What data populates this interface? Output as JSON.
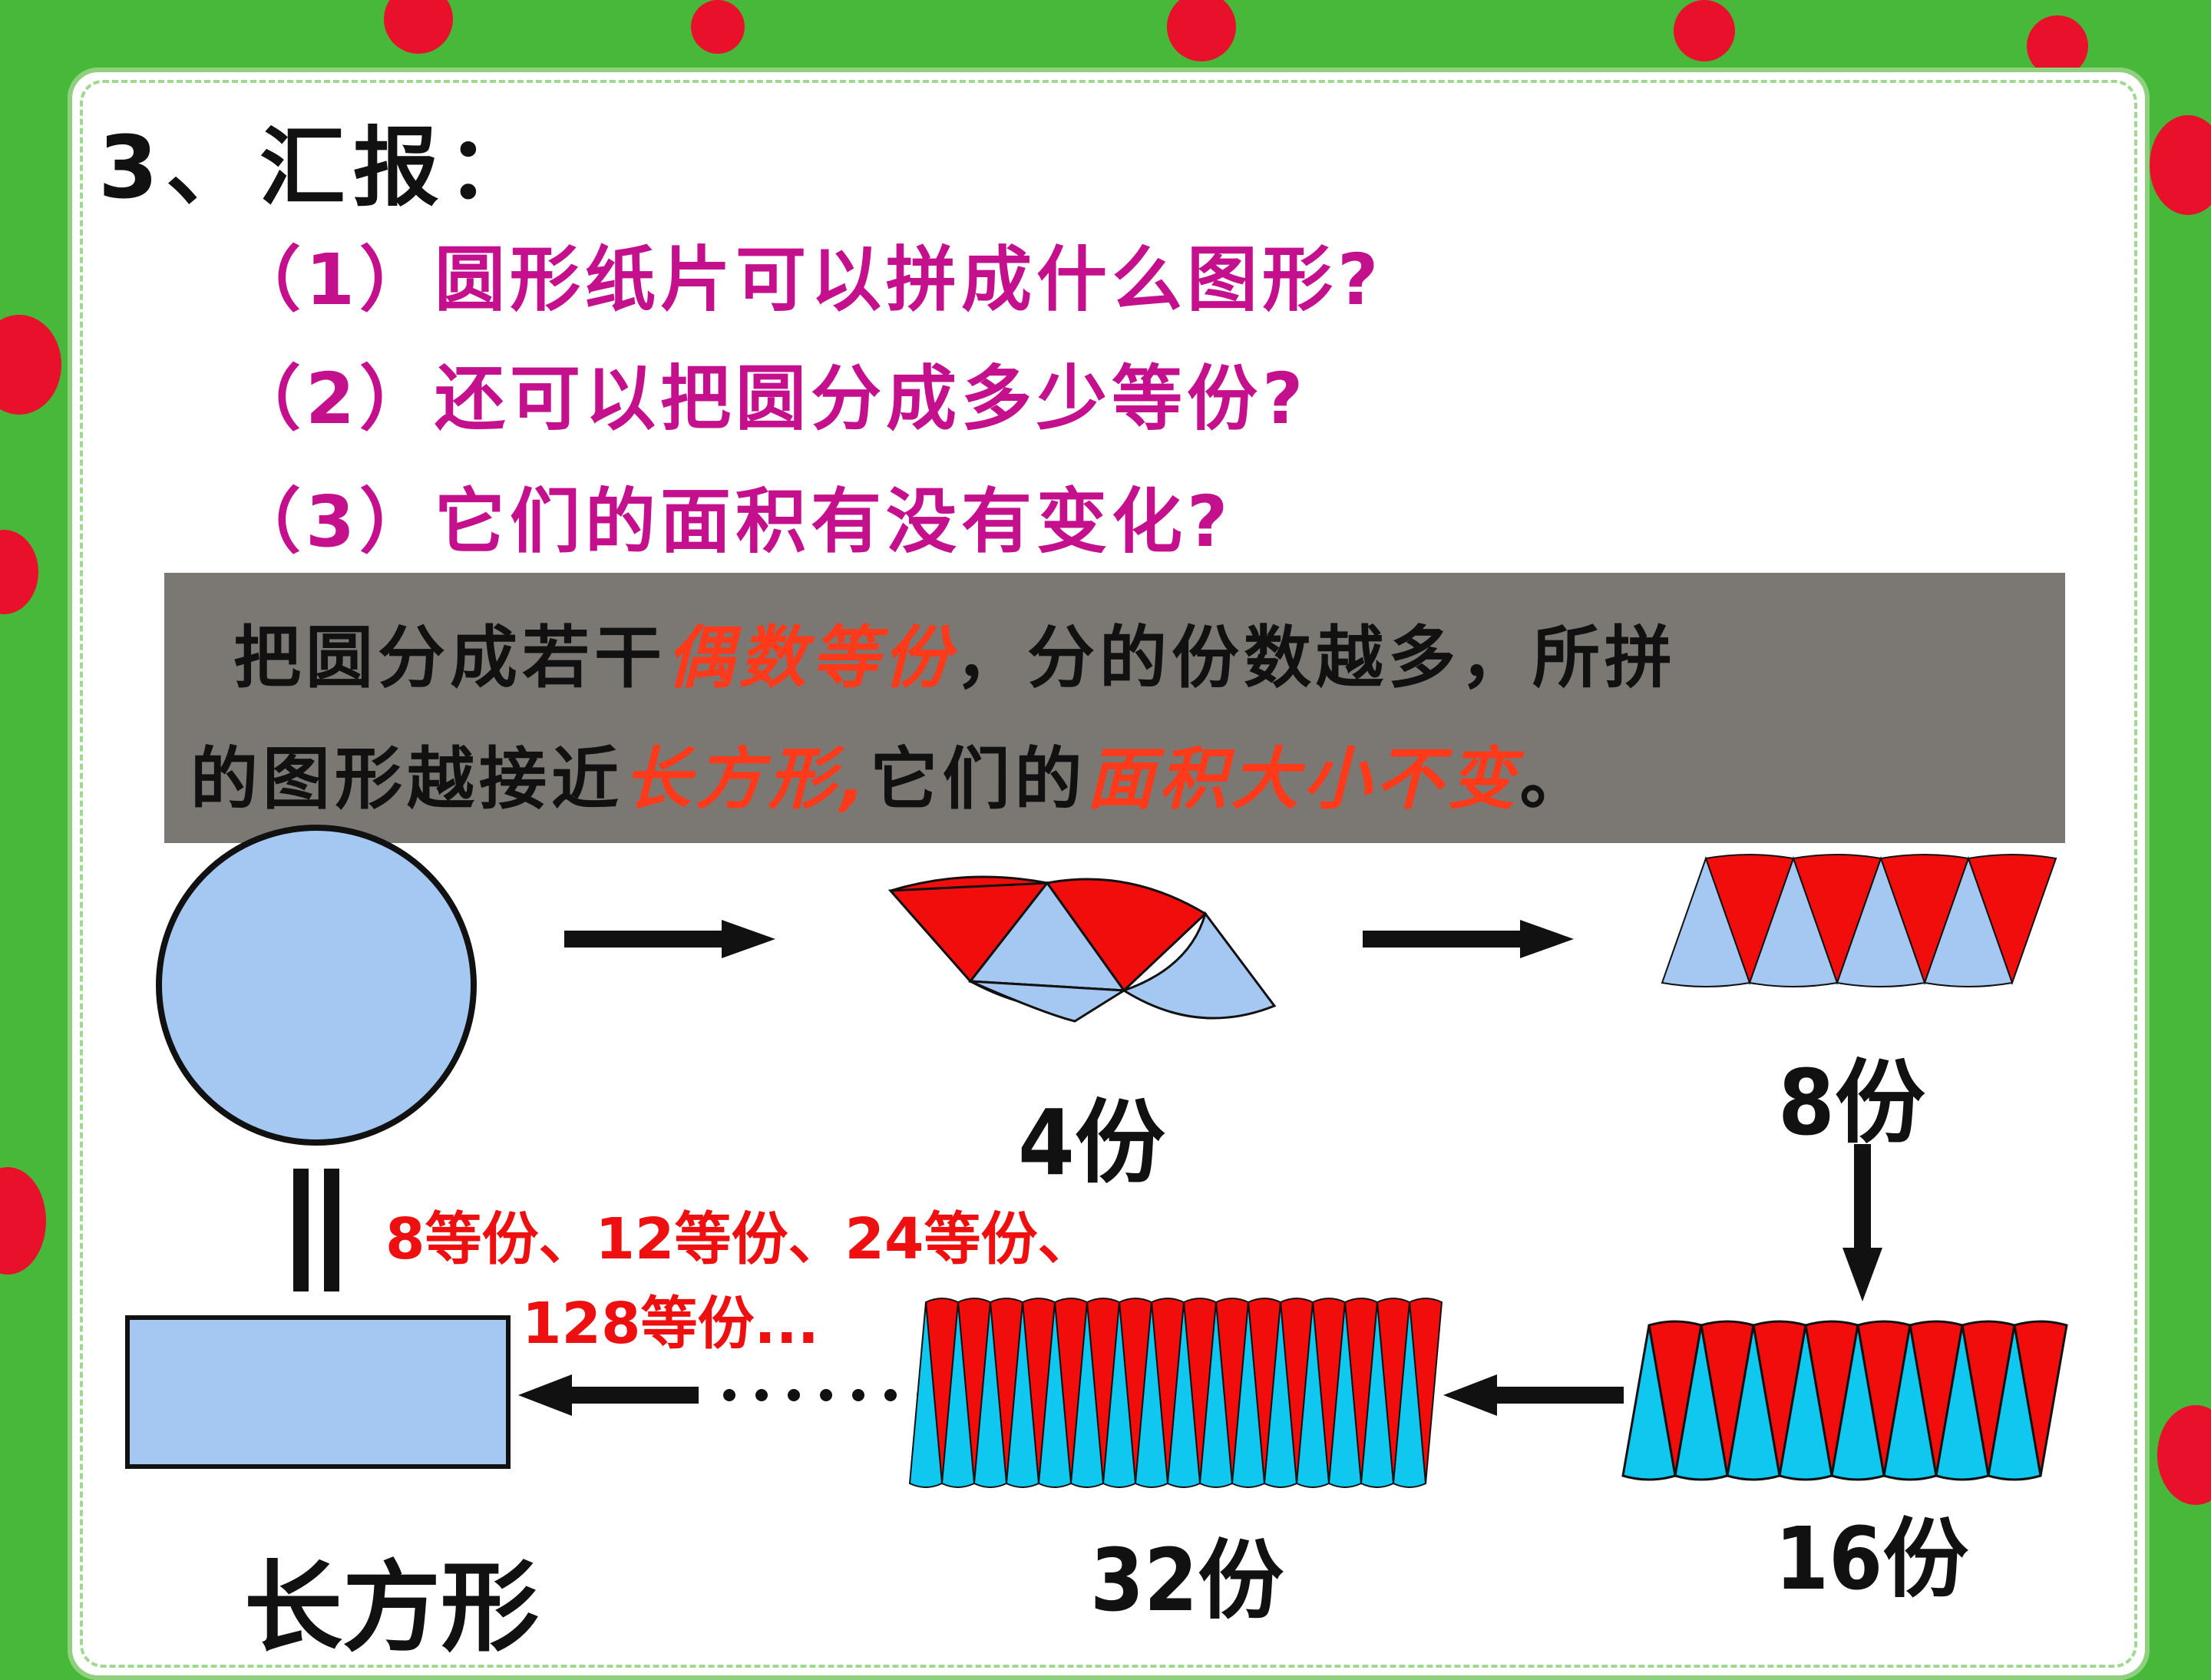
{
  "heading": "3、汇报：",
  "questions": [
    "（1）圆形纸片可以拼成什么图形?",
    "（2）还可以把圆分成多少等份?",
    "（3）它们的面积有没有变化?"
  ],
  "conclusion": {
    "line1_a": "把圆分成若干",
    "line1_em": "偶数等份",
    "line1_b": "，分的份数越多，所拼",
    "line2_a": "的图形越接近",
    "line2_em1": "长方形,",
    "line2_b": "它们的",
    "line2_em2": "面积大小不变",
    "line2_c": "。"
  },
  "labels": {
    "four": "4份",
    "eight": "8份",
    "sixteen": "16份",
    "thirtytwo": "32份",
    "rectangle": "长方形"
  },
  "notes": {
    "line1": "8等份、12等份、24等份、",
    "line2": "128等份..."
  },
  "colors": {
    "red": "#f20d0d",
    "light_blue": "#a4c8f2",
    "cyan": "#10c7f0",
    "magenta": "#c4108c",
    "orange_red": "#ff3a1a",
    "border_green": "#48b83a"
  }
}
